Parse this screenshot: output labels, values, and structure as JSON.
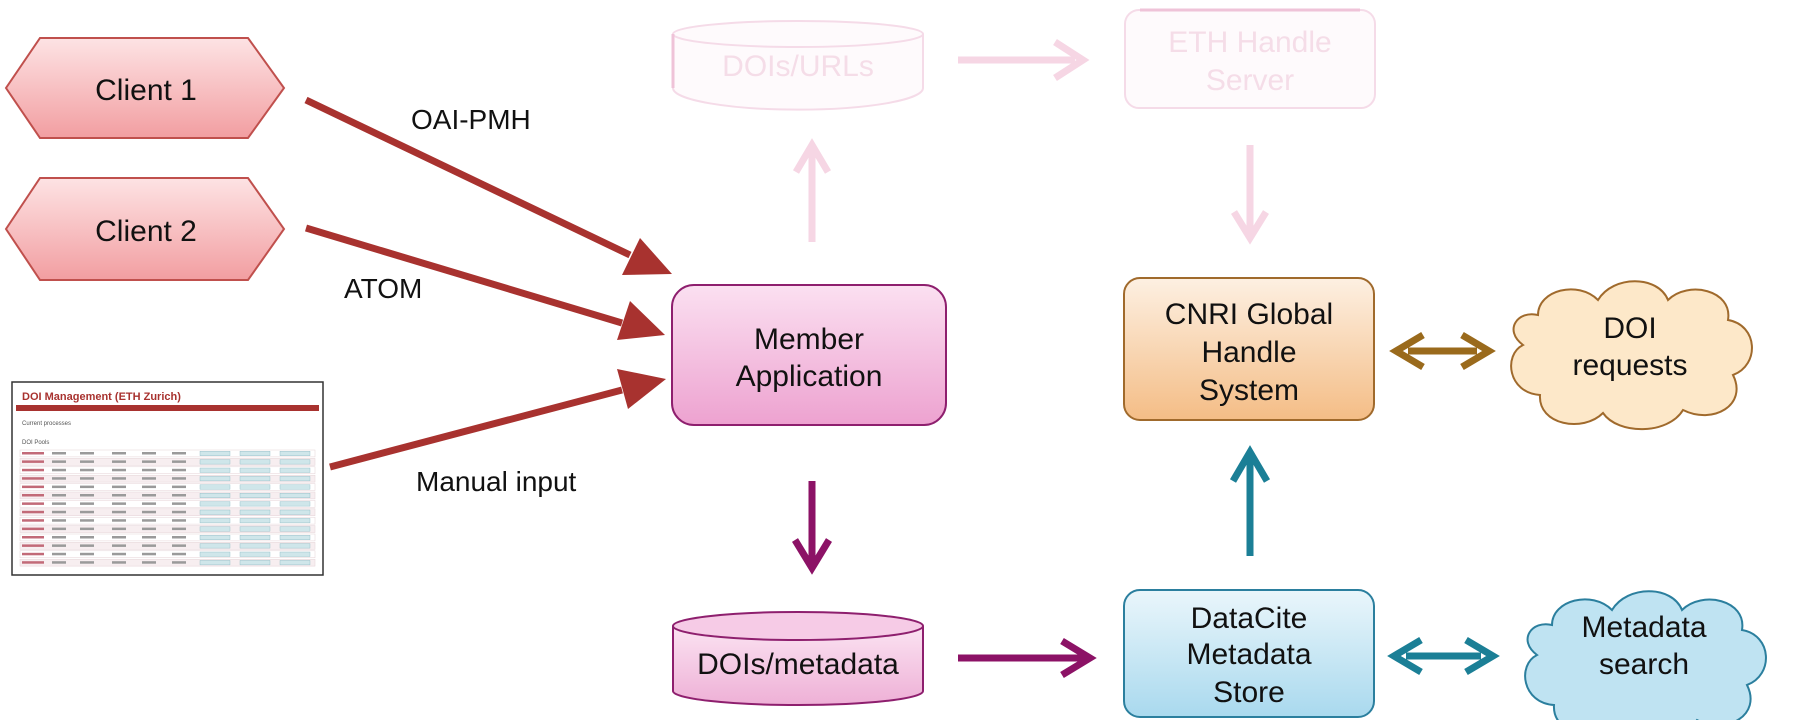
{
  "nodes": {
    "client1": "Client 1",
    "client2": "Client 2",
    "member_app": [
      "Member",
      "Application"
    ],
    "dois_metadata": "DOIs/metadata",
    "dois_urls": "DOIs/URLs",
    "eth_handle": [
      "ETH Handle",
      "Server"
    ],
    "cnri": [
      "CNRI Global",
      "Handle",
      "System"
    ],
    "datacite": [
      "DataCite",
      "Metadata",
      "Store"
    ],
    "doi_requests": [
      "DOI",
      "requests"
    ],
    "metadata_search": [
      "Metadata",
      "search"
    ]
  },
  "edge_labels": {
    "oai": "OAI-PMH",
    "atom": "ATOM",
    "manual": "Manual input"
  },
  "screenshot": {
    "title": "DOI Management (ETH Zurich)",
    "section": "Current processes",
    "subsection": "DOI Pools"
  },
  "colors": {
    "client_fill": "#f4b6b8",
    "client_stroke": "#c0504d",
    "member_fill": "#f2b8dc",
    "member_stroke": "#8e1f6e",
    "cnri_fill": "#f7c99a",
    "cnri_stroke": "#a06a2c",
    "datacite_fill": "#bfe3f2",
    "datacite_stroke": "#2b7f9e",
    "arrow_red": "#a8322f",
    "arrow_purple": "#8c1266",
    "arrow_teal": "#1b7f96",
    "arrow_brown": "#9a6a1c",
    "faint": "#f6dbe8"
  }
}
